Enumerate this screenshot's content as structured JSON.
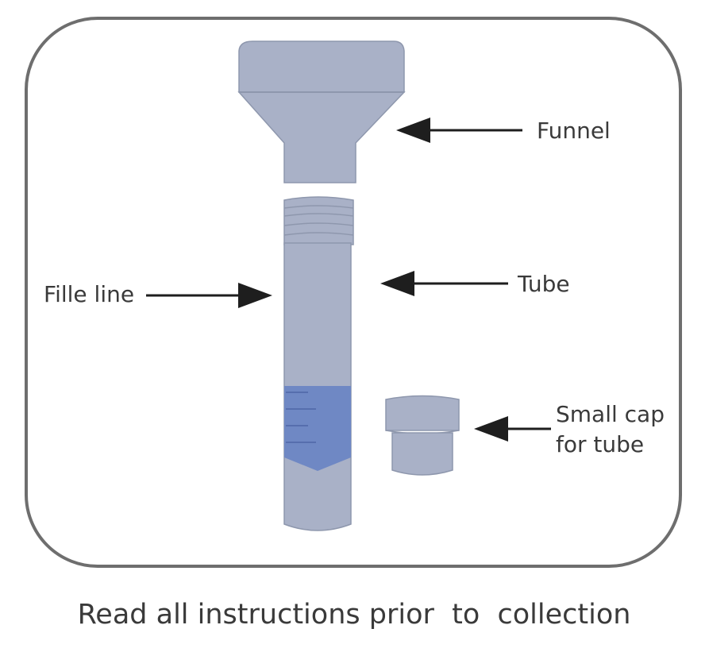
{
  "labels": {
    "funnel": "Funnel",
    "tube": "Tube",
    "fill_line": "Fille line",
    "small_cap_line1": "Small cap",
    "small_cap_line2": "for tube"
  },
  "footer": {
    "text": "Read all instructions prior  to  collection"
  },
  "colors": {
    "frame": "#6e6e6e",
    "part_fill": "#a9b1c7",
    "part_stroke": "#8e97ad",
    "sample_fill": "#6f88c4",
    "arrow": "#1e1e1e",
    "text": "#3a3a3a"
  }
}
